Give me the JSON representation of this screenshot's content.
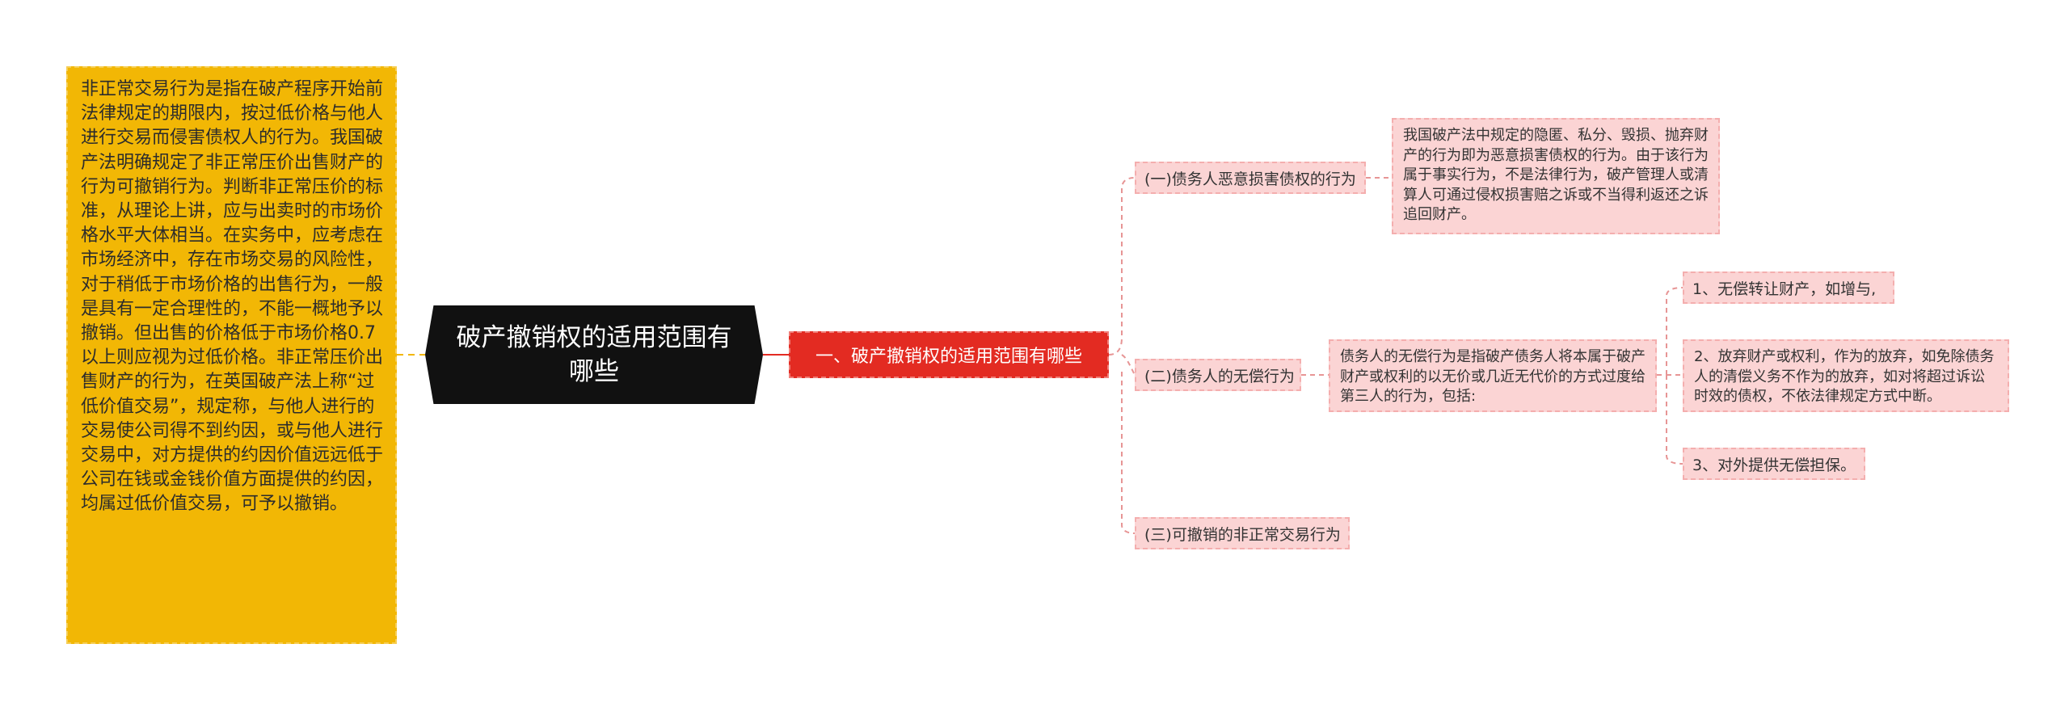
{
  "diagram": {
    "type": "mind-map",
    "colors": {
      "note_bg": "#f2b705",
      "root_bg": "#111111",
      "topic_bg": "#e32b22",
      "node_bg": "#fbd4d4",
      "note_link": "#f2b705",
      "topic_link": "#e32b22",
      "branch_link": "#e79595"
    },
    "root": "破产撤销权的适用范围有哪些",
    "side_note": "非正常交易行为是指在破产程序开始前法律规定的期限内，按过低价格与他人进行交易而侵害债权人的行为。我国破产法明确规定了非正常压价出售财产的行为可撤销行为。判断非正常压价的标准，从理论上讲，应与出卖时的市场价格水平大体相当。在实务中，应考虑在市场经济中，存在市场交易的风险性，对于稍低于市场价格的出售行为，一般是具有一定合理性的，不能一概地予以撤销。但出售的价格低于市场价格0.7以上则应视为过低价格。非正常压价出售财产的行为，在英国破产法上称“过低价值交易”，规定称，与他人进行的交易使公司得不到约因，或与他人进行交易中，对方提供的约因价值远远低于公司在钱或金钱价值方面提供的约因，均属过低价值交易，可予以撤销。",
    "topic": "一、破产撤销权的适用范围有哪些",
    "branches": [
      {
        "label": "(一)债务人恶意损害债权的行为",
        "detail": "我国破产法中规定的隐匿、私分、毁损、抛弃财产的行为即为恶意损害债权的行为。由于该行为属于事实行为，不是法律行为，破产管理人或清算人可通过侵权损害赔之诉或不当得利返还之诉追回财产。"
      },
      {
        "label": "(二)债务人的无偿行为",
        "detail": "债务人的无偿行为是指破产债务人将本属于破产财产或权利的以无价或几近无代价的方式过度给第三人的行为，包括:",
        "items": [
          "1、无偿转让财产，如增与,",
          "2、放弃财产或权利，作为的放弃，如免除债务人的清偿义务不作为的放弃，如对将超过诉讼时效的债权，不依法律规定方式中断。",
          "3、对外提供无偿担保。"
        ]
      },
      {
        "label": "(三)可撤销的非正常交易行为"
      }
    ]
  }
}
